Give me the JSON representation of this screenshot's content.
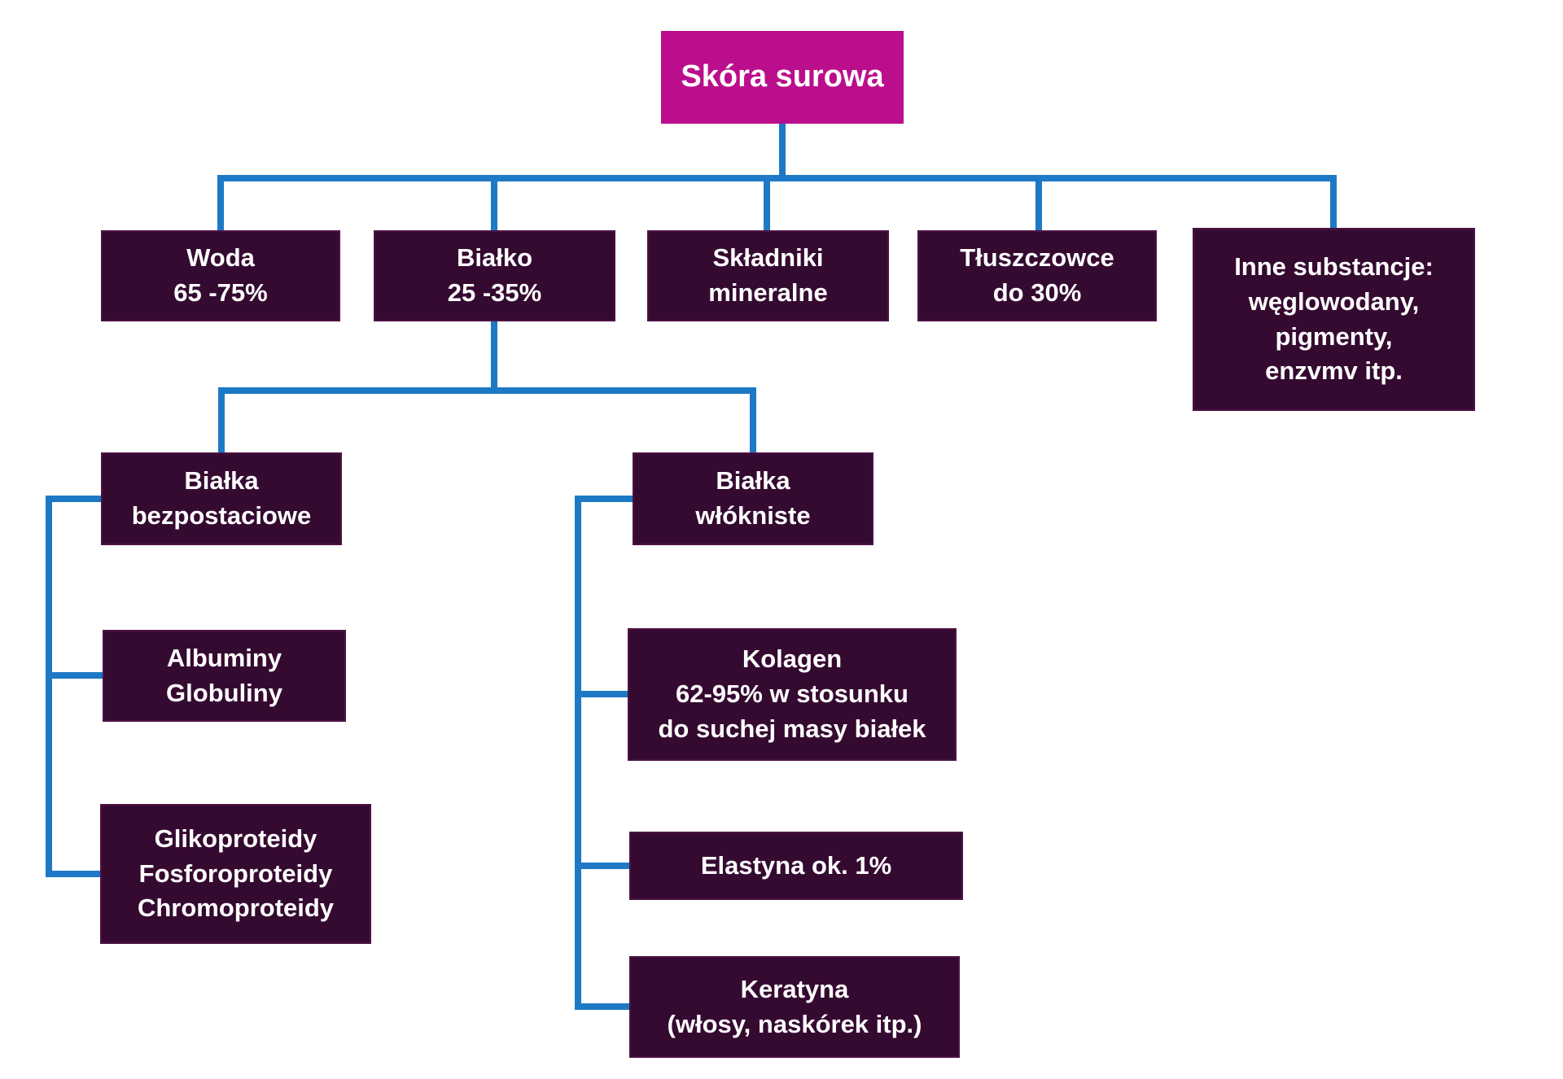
{
  "diagram": {
    "title": "Skóra surowa",
    "colors": {
      "root_fill": "#bb0e8c",
      "node_fill": "#350a31",
      "node_border": "#4b1244",
      "connector": "#1d79c5",
      "text_color": "#ffffff",
      "background": "#ffffff"
    },
    "root": {
      "label": "Skóra surowa"
    },
    "level1": [
      {
        "label": "Woda\n65 -75%"
      },
      {
        "label": "Białko\n25 -35%"
      },
      {
        "label": "Składniki\nmineralne"
      },
      {
        "label": "Tłuszczowce\ndo 30%"
      },
      {
        "label": "Inne substancje:\nwęglowodany,\npigmenty,\nenzvmv itp."
      }
    ],
    "protein_types": [
      {
        "label": "Białka\nbezpostaciowe"
      },
      {
        "label": "Białka\nwłókniste"
      }
    ],
    "amorphous_children": [
      {
        "label": "Albuminy\nGlobuliny"
      },
      {
        "label": "Glikoproteidy\nFosforoproteidy\nChromoproteidy"
      }
    ],
    "fibrous_children": [
      {
        "label": "Kolagen\n62-95% w stosunku\ndo suchej masy białek"
      },
      {
        "label": "Elastyna ok. 1%"
      },
      {
        "label": "Keratyna\n(włosy, naskórek itp.)"
      }
    ]
  }
}
